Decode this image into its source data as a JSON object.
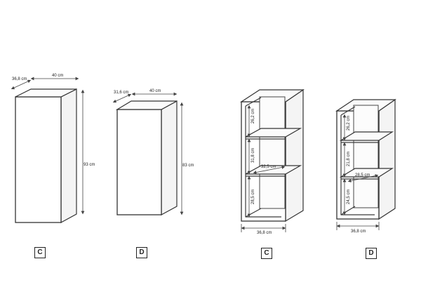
{
  "diagram": {
    "units": "cm",
    "cabinets": [
      {
        "id": "closed-c",
        "depth": "36,8 cm",
        "width": "40 cm",
        "height": "93 cm",
        "label": "C"
      },
      {
        "id": "closed-d",
        "depth": "31,6 cm",
        "width": "40 cm",
        "height": "83 cm",
        "label": "D"
      },
      {
        "id": "open-c",
        "shelves": [
          "26,2 cm",
          "31,8 cm",
          "28,5 cm"
        ],
        "inner_width": "32,5 cm",
        "width": "36,8 cm",
        "label": "C"
      },
      {
        "id": "open-d",
        "shelves": [
          "26,2 cm",
          "21,8 cm",
          "24,5 cm"
        ],
        "inner_width": "28,5 cm",
        "width": "36,8 cm",
        "label": "D"
      }
    ]
  }
}
